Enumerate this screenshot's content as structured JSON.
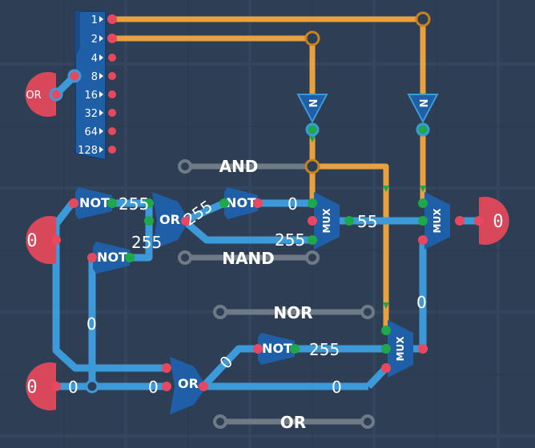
{
  "colors": {
    "background": "#2e3f55",
    "grid": "#34465d",
    "wire_blue": "#3d9ad8",
    "wire_orange": "#e8a13d",
    "wire_gray": "#6e7a86",
    "node_red": "#e8485f",
    "node_green": "#1ea84a",
    "gate_blue": "#1f5fa8",
    "io_red": "#d9475a"
  },
  "input_bus": {
    "labels": [
      "1",
      "2",
      "4",
      "8",
      "16",
      "32",
      "64",
      "128"
    ]
  },
  "io_nodes": {
    "or_switch_label": "OR",
    "left_upper_value": "0",
    "left_lower_value": "0",
    "right_output_value": "0"
  },
  "gates": {
    "not_label": "NOT",
    "or_label": "OR",
    "mux_label": "MUX",
    "neg_label": "N"
  },
  "rails": {
    "and": "AND",
    "nand": "NAND",
    "nor": "NOR",
    "or": "OR"
  },
  "values": {
    "not1_out": "255",
    "or1_out": "255",
    "not2_out": "255",
    "not3_out": "255",
    "mid_to_mux": "255",
    "mux1_in": "0",
    "mux1_out": "55",
    "left_vertical": "0",
    "bottom_in_a": "0",
    "bottom_in_b": "0",
    "or2_out": "0",
    "or2_to_not": "0",
    "mux2_in": "255",
    "mux3_in": "0"
  }
}
